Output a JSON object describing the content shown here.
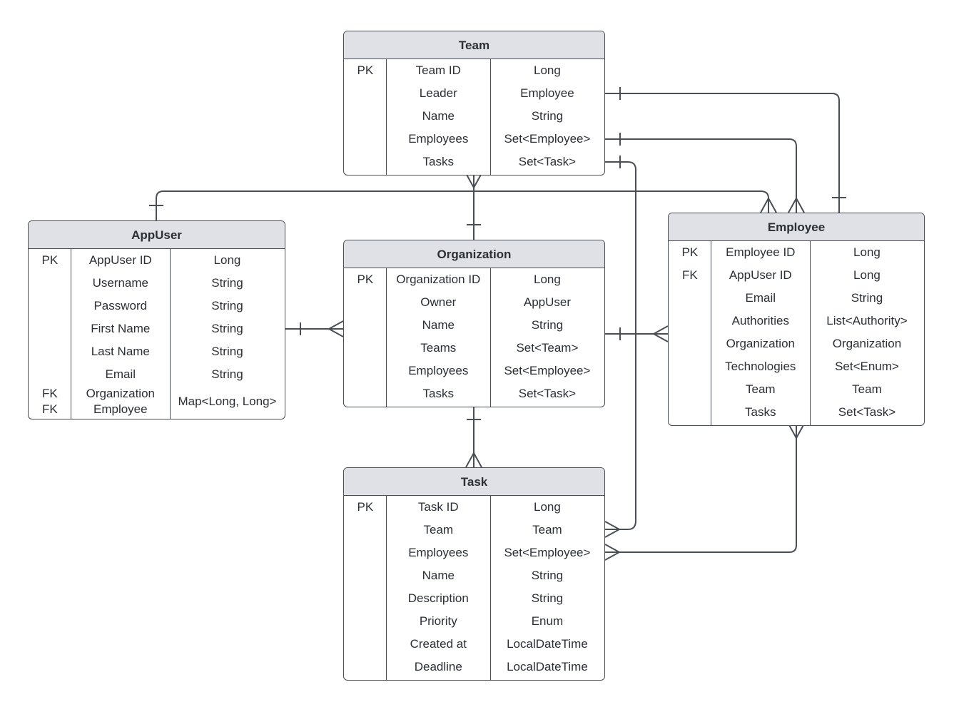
{
  "entities": [
    {
      "id": "team",
      "title": "Team",
      "rows": [
        {
          "key": "PK",
          "name": "Team ID",
          "type": "Long"
        },
        {
          "key": "",
          "name": "Leader",
          "type": "Employee"
        },
        {
          "key": "",
          "name": "Name",
          "type": "String"
        },
        {
          "key": "",
          "name": "Employees",
          "type": "Set<Employee>"
        },
        {
          "key": "",
          "name": "Tasks",
          "type": "Set<Task>"
        }
      ]
    },
    {
      "id": "appuser",
      "title": "AppUser",
      "rows": [
        {
          "key": "PK",
          "name": "AppUser ID",
          "type": "Long"
        },
        {
          "key": "",
          "name": "Username",
          "type": "String"
        },
        {
          "key": "",
          "name": "Password",
          "type": "String"
        },
        {
          "key": "",
          "name": "First Name",
          "type": "String"
        },
        {
          "key": "",
          "name": "Last Name",
          "type": "String"
        },
        {
          "key": "",
          "name": "Email",
          "type": "String"
        },
        {
          "key": "FK\nFK",
          "name": "Organization\nEmployee",
          "type": "Map<Long, Long>"
        }
      ]
    },
    {
      "id": "organization",
      "title": "Organization",
      "rows": [
        {
          "key": "PK",
          "name": "Organization ID",
          "type": "Long"
        },
        {
          "key": "",
          "name": "Owner",
          "type": "AppUser"
        },
        {
          "key": "",
          "name": "Name",
          "type": "String"
        },
        {
          "key": "",
          "name": "Teams",
          "type": "Set<Team>"
        },
        {
          "key": "",
          "name": "Employees",
          "type": "Set<Employee>"
        },
        {
          "key": "",
          "name": "Tasks",
          "type": "Set<Task>"
        }
      ]
    },
    {
      "id": "employee",
      "title": "Employee",
      "rows": [
        {
          "key": "PK",
          "name": "Employee ID",
          "type": "Long"
        },
        {
          "key": "FK",
          "name": "AppUser ID",
          "type": "Long"
        },
        {
          "key": "",
          "name": "Email",
          "type": "String"
        },
        {
          "key": "",
          "name": "Authorities",
          "type": "List<Authority>"
        },
        {
          "key": "",
          "name": "Organization",
          "type": "Organization"
        },
        {
          "key": "",
          "name": "Technologies",
          "type": "Set<Enum>"
        },
        {
          "key": "",
          "name": "Team",
          "type": "Team"
        },
        {
          "key": "",
          "name": "Tasks",
          "type": "Set<Task>"
        }
      ]
    },
    {
      "id": "task",
      "title": "Task",
      "rows": [
        {
          "key": "PK",
          "name": "Task ID",
          "type": "Long"
        },
        {
          "key": "",
          "name": "Team",
          "type": "Team"
        },
        {
          "key": "",
          "name": "Employees",
          "type": "Set<Employee>"
        },
        {
          "key": "",
          "name": "Name",
          "type": "String"
        },
        {
          "key": "",
          "name": "Description",
          "type": "String"
        },
        {
          "key": "",
          "name": "Priority",
          "type": "Enum"
        },
        {
          "key": "",
          "name": "Created at",
          "type": "LocalDateTime"
        },
        {
          "key": "",
          "name": "Deadline",
          "type": "LocalDateTime"
        }
      ]
    }
  ],
  "relationships": [
    {
      "id": "team-leader-employee",
      "from": "team",
      "from_end": "one",
      "to": "employee",
      "to_end": "one"
    },
    {
      "id": "team-employees-employee",
      "from": "team",
      "from_end": "one",
      "to": "employee",
      "to_end": "many"
    },
    {
      "id": "team-tasks-task",
      "from": "team",
      "from_end": "one",
      "to": "task",
      "to_end": "many"
    },
    {
      "id": "appuser-employee",
      "from": "appuser",
      "from_end": "one",
      "to": "employee",
      "to_end": "many"
    },
    {
      "id": "organization-teams",
      "from": "organization",
      "from_end": "one",
      "to": "team",
      "to_end": "many"
    },
    {
      "id": "appuser-organization",
      "from": "appuser",
      "from_end": "one",
      "to": "organization",
      "to_end": "many"
    },
    {
      "id": "organization-employee",
      "from": "organization",
      "from_end": "one",
      "to": "employee",
      "to_end": "many"
    },
    {
      "id": "organization-task",
      "from": "organization",
      "from_end": "one",
      "to": "task",
      "to_end": "many"
    },
    {
      "id": "employee-task",
      "from": "employee",
      "from_end": "many",
      "to": "task",
      "to_end": "many"
    }
  ],
  "colors": {
    "header_bg": "#dfe1e6",
    "stroke": "#4a4f57",
    "text": "#2b2f36"
  }
}
